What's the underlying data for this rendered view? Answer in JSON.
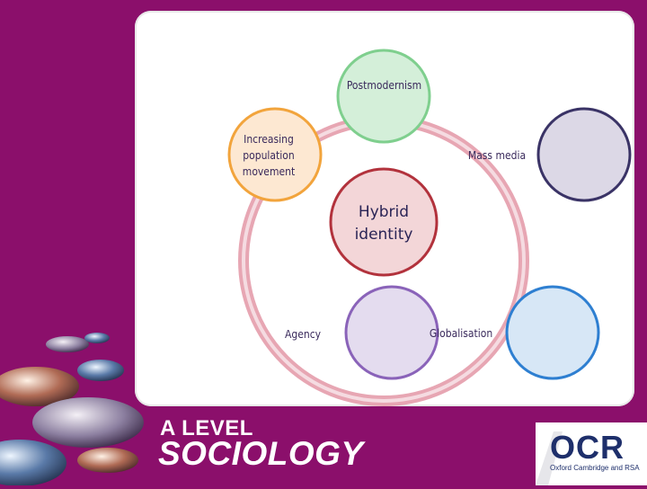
{
  "diagram": {
    "center": "Hybrid identity",
    "nodes": [
      {
        "label": "Postmodernism",
        "fill": "#d4efd9",
        "stroke": "#7fcf8e"
      },
      {
        "label": "Mass media",
        "fill": "#dcd8e6",
        "stroke": "#3a3366"
      },
      {
        "label": "Globalisation",
        "fill": "#d7e7f6",
        "stroke": "#2e7fd1"
      },
      {
        "label": "Agency",
        "fill": "#e4dcef",
        "stroke": "#8a63b9"
      },
      {
        "label": "Increasing population movement",
        "fill": "#fde8d2",
        "stroke": "#f2a43c"
      }
    ],
    "center_fill": "#f3d6d8",
    "center_stroke": "#b2323c",
    "ring_color": "#e7a6b3"
  },
  "branding": {
    "line1": "A LEVEL",
    "line2": "SOCIOLOGY",
    "logo": "OCR",
    "logo_subtitle": "Oxford Cambridge and RSA"
  },
  "colors": {
    "background": "#8b0f6b",
    "panel": "#ffffff",
    "logo_blue": "#1e2f6b"
  }
}
